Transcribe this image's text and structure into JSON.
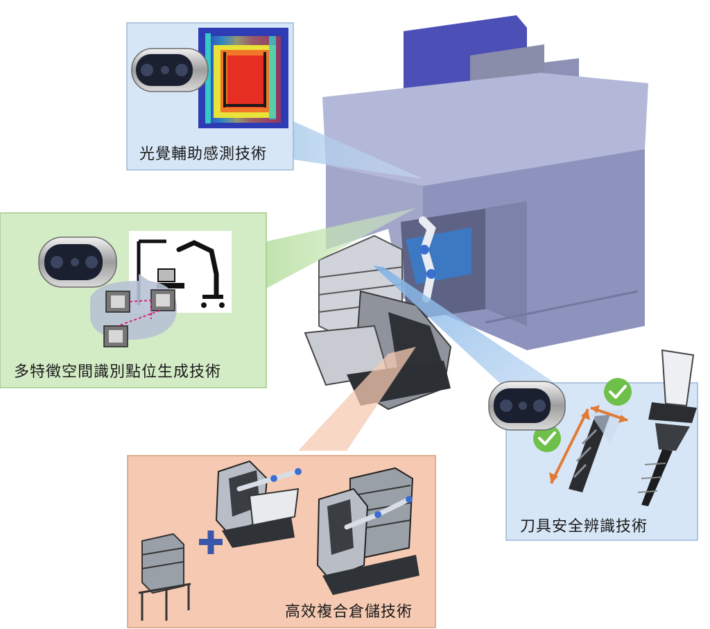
{
  "panels": {
    "vision": {
      "label": "光覺輔助感測技術"
    },
    "multi_feature": {
      "label": "多特徵空間識別點位生成技術"
    },
    "storage": {
      "label": "高效複合倉儲技術"
    },
    "tool_safety": {
      "label": "刀具安全辨識技術"
    }
  },
  "colors": {
    "panel_blue": "#d7e6f6",
    "panel_green": "#d4ecc6",
    "panel_orange": "#f6c9b2",
    "machine_body": "#9aa0c6",
    "machine_top": "#b7bad8",
    "spindle": "#4a4fb5",
    "check_green": "#6fc04a",
    "arrow_orange": "#e07a35"
  },
  "icons": [
    "stereo-camera-icon",
    "check-icon",
    "plus-icon",
    "double-arrow-icon"
  ]
}
